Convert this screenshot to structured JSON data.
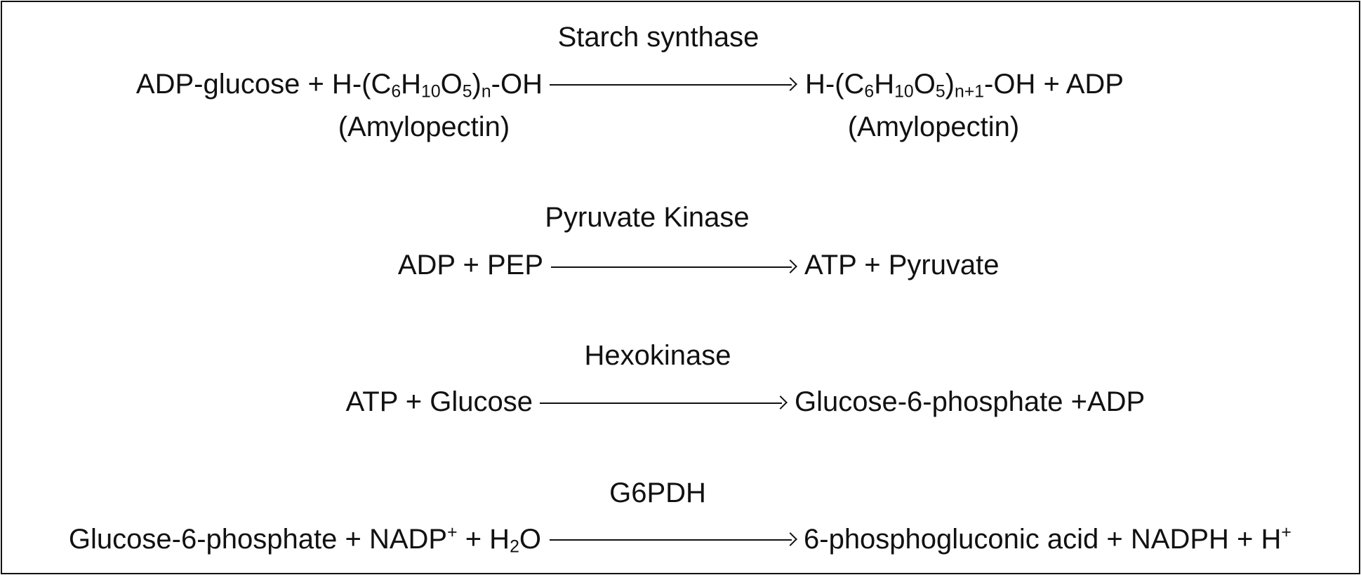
{
  "reactions": [
    {
      "enzyme": "Starch synthase",
      "left": {
        "pre": "ADP-glucose + H-(C",
        "s1": "6",
        "m1": "H",
        "s2": "10",
        "m2": "O",
        "s3": "5",
        "m3": ")",
        "s4": "n",
        "post": "-OH"
      },
      "right": {
        "pre": "H-(C",
        "s1": "6",
        "m1": "H",
        "s2": "10",
        "m2": "O",
        "s3": "5",
        "m3": ")",
        "s4": "n+1",
        "post": "-OH + ADP"
      },
      "left_note": "(Amylopectin)",
      "right_note": "(Amylopectin)"
    },
    {
      "enzyme": "Pyruvate Kinase",
      "left": "ADP + PEP",
      "right": "ATP + Pyruvate"
    },
    {
      "enzyme": "Hexokinase",
      "left": "ATP + Glucose",
      "right": "Glucose-6-phosphate +ADP"
    },
    {
      "enzyme": "G6PDH",
      "left": {
        "pre": "Glucose-6-phosphate + NADP",
        "sup": "+",
        "mid": " + H",
        "sub": "2",
        "post": "O"
      },
      "right": {
        "pre": "6-phosphogluconic acid + NADPH + H",
        "sup": "+"
      }
    }
  ]
}
